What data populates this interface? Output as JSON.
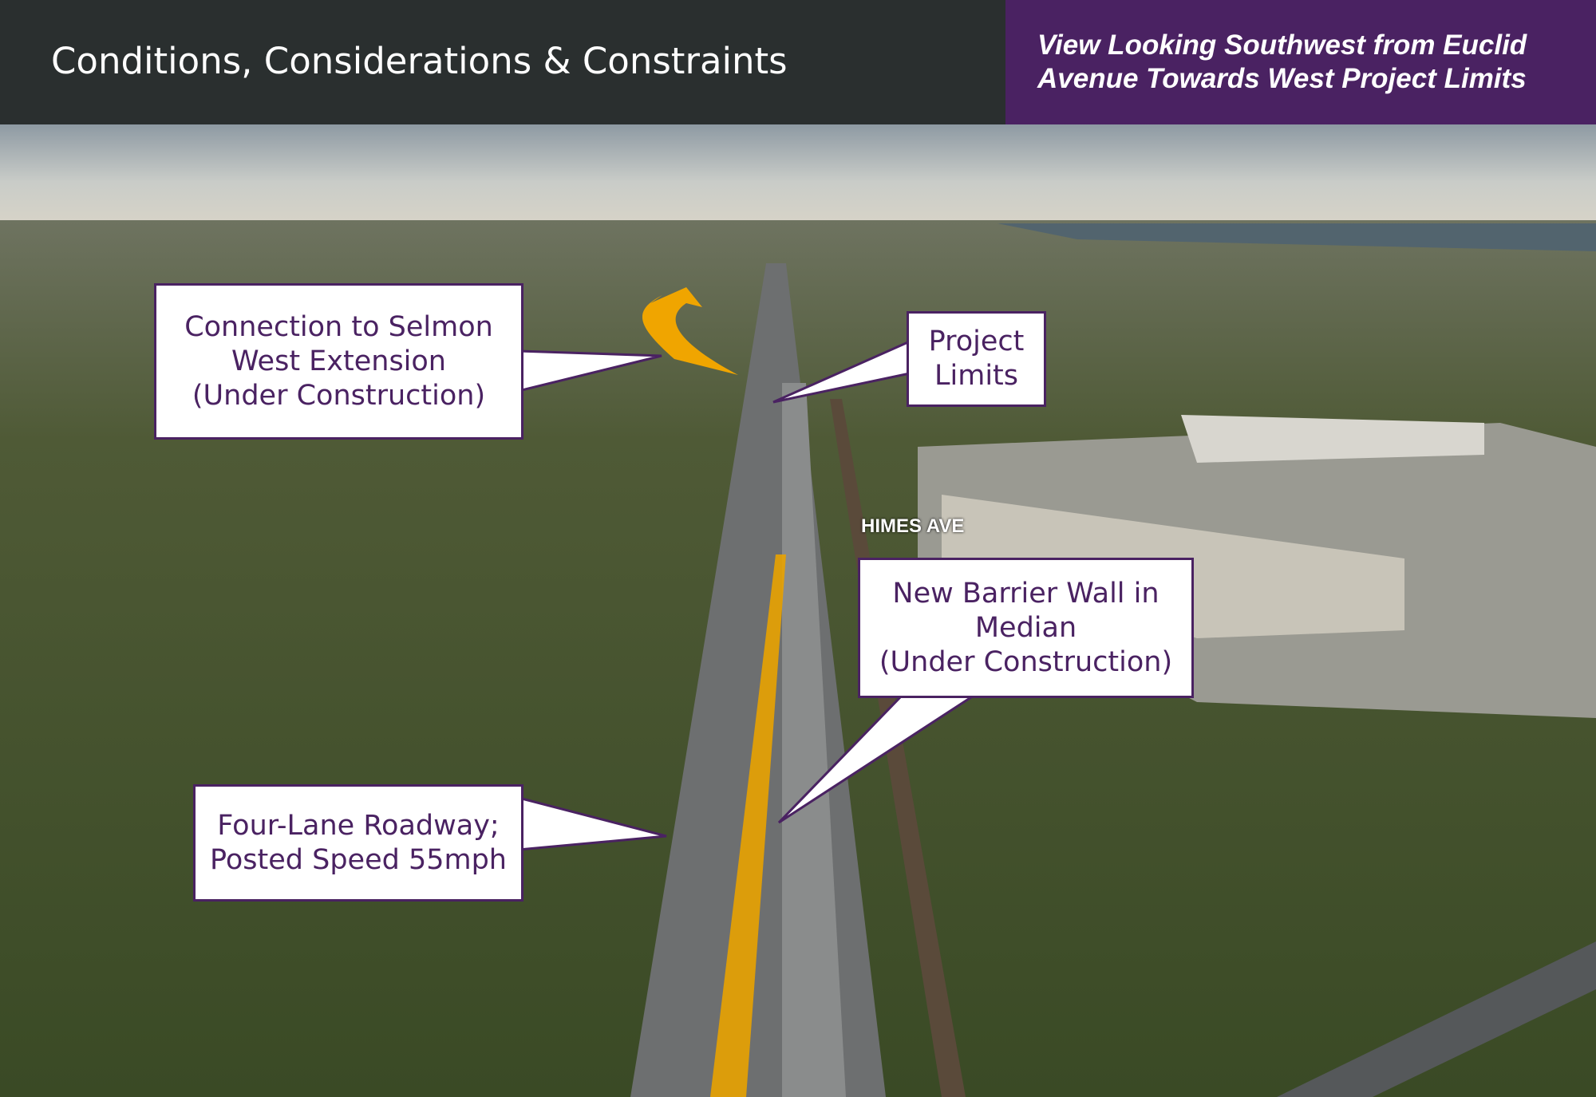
{
  "header": {
    "title": "Conditions, Considerations & Constraints",
    "subtitle_lines": [
      "View Looking Southwest from Euclid",
      "Avenue Towards West Project Limits"
    ]
  },
  "photo": {
    "street_label": "HIMES AVE",
    "callouts": [
      {
        "lines": [
          "Connection to Selmon",
          "West Extension",
          "(Under Construction)"
        ]
      },
      {
        "lines": [
          "Project",
          "Limits"
        ]
      },
      {
        "lines": [
          "New Barrier Wall in",
          "Median",
          "(Under Construction)"
        ]
      },
      {
        "lines": [
          "Four-Lane Roadway;",
          "Posted Speed 55mph"
        ]
      }
    ]
  },
  "colors": {
    "header_dark": "#2a2f2f",
    "header_purple": "#4a2262",
    "accent_orange": "#e8a200"
  }
}
